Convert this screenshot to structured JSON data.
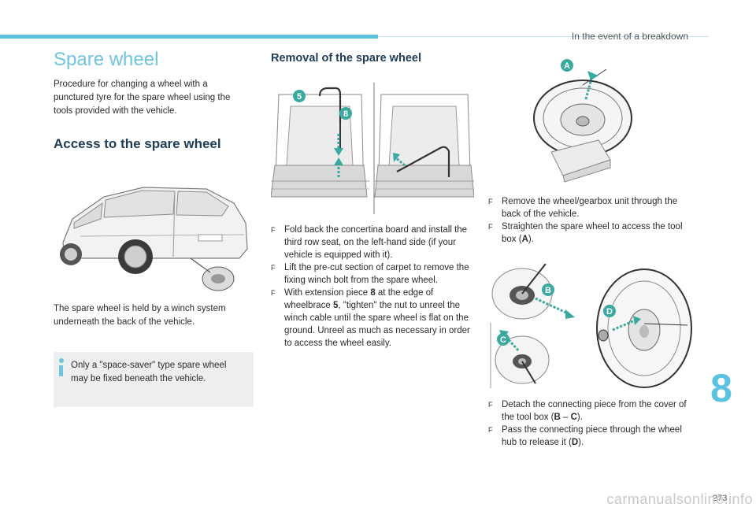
{
  "header": {
    "section_title": "In the event of a breakdown"
  },
  "page": {
    "title": "Spare wheel",
    "intro": "Procedure for changing a wheel with a punctured tyre for the spare wheel using the tools provided with the vehicle.",
    "number": "273",
    "chapter": "8"
  },
  "access": {
    "heading": "Access to the spare wheel",
    "winch_text": "The spare wheel is held by a winch system underneath the back of the vehicle.",
    "note": "Only a \"space-saver\" type spare wheel may be fixed beneath the vehicle."
  },
  "removal": {
    "heading": "Removal of the spare wheel",
    "labels": {
      "five": "5",
      "eight": "8",
      "a": "A",
      "b": "B",
      "c": "C",
      "d": "D"
    },
    "step_marker": "F",
    "steps_mid": {
      "s1": "Fold back the concertina board and install the third row seat, on the left-hand side (if your vehicle is equipped with it).",
      "s2": "Lift the pre-cut section of carpet to remove the fixing winch bolt from the spare wheel.",
      "s3_a": "With extension piece ",
      "s3_b": "8",
      "s3_c": " at the edge of wheelbrace ",
      "s3_d": "5",
      "s3_e": ", \"tighten\" the nut to unreel the winch cable until the spare wheel is flat on the ground. Unreel as much as necessary in order to access the wheel easily."
    },
    "steps_top_right": {
      "s1": " Remove the wheel/gearbox unit through the back of the vehicle.",
      "s2_a": "Straighten the spare wheel to access the tool box (",
      "s2_b": "A",
      "s2_c": ")."
    },
    "steps_bottom_right": {
      "s1_a": "Detach the connecting piece from the cover of the tool box (",
      "s1_b": "B",
      "s1_c": " – ",
      "s1_d": "C",
      "s1_e": ").",
      "s2_a": "Pass the connecting piece through the wheel hub to release it (",
      "s2_b": "D",
      "s2_c": ")."
    }
  },
  "watermark": "carmanualsonline.info",
  "colors": {
    "accent": "#5bc3e0",
    "label_badge": "#3aa99f",
    "heading": "#1f3d57"
  }
}
